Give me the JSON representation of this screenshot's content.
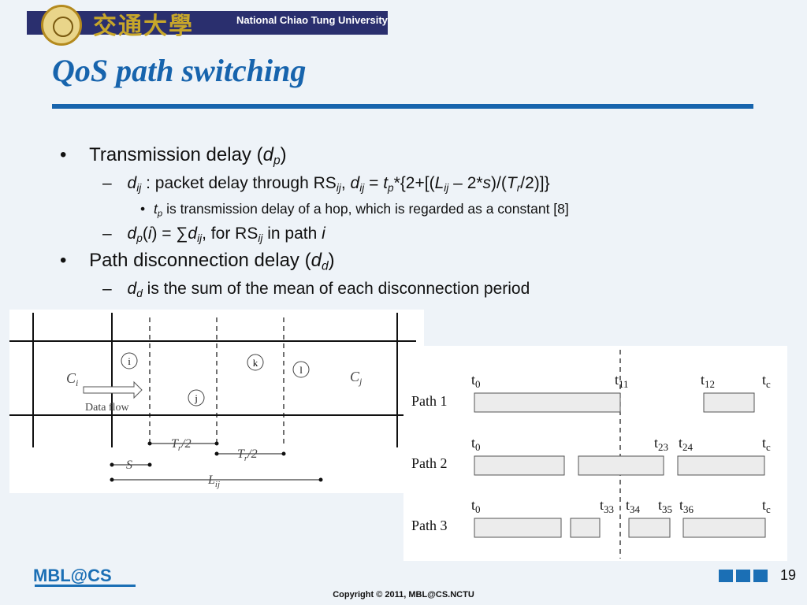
{
  "header": {
    "university_cn": "交通大學",
    "university_en": "National Chiao Tung University"
  },
  "title": "QoS path switching",
  "bullets": {
    "b1": {
      "bullet": "•",
      "text": "Transmission delay (",
      "var": "d",
      "sub": "p",
      "close": ")"
    },
    "b1_1": {
      "dash": "–",
      "var": "d",
      "sub": "ij",
      "text1": " : packet delay through RS",
      "rs_sub": "ij",
      "comma": ", ",
      "var2": "d",
      "sub2": "ij",
      "eq": " = ",
      "var3": "t",
      "sub3": "p",
      "formula1": "*{2+[(",
      "var4": "L",
      "sub4": "ij",
      "formula2": " – 2*",
      "var5": "s",
      "formula3": ")/(",
      "var6": "T",
      "sub6": "r",
      "formula4": "/2)]}"
    },
    "b1_1_1": {
      "bullet": "•",
      "var": "t",
      "sub": "p",
      "text": " is transmission delay of a hop, which is regarded as a constant [8]"
    },
    "b1_2": {
      "dash": "–",
      "var": "d",
      "sub": "p",
      "open": "(",
      "arg": "i",
      "close": ") = ∑",
      "var2": "d",
      "sub2": "ij",
      "text": ", for RS",
      "rs_sub": "ij",
      "text2": " in path ",
      "path_var": "i"
    },
    "b2": {
      "bullet": "•",
      "text": "Path disconnection delay (",
      "var": "d",
      "sub": "d",
      "close": ")"
    },
    "b2_1": {
      "dash": "–",
      "var": "d",
      "sub": "d",
      "text": " is the sum of the mean of each disconnection period"
    }
  },
  "figure_left": {
    "nodes": [
      "i",
      "k",
      "l",
      "j"
    ],
    "ci": "C",
    "ci_sub": "i",
    "cj": "C",
    "cj_sub": "j",
    "data_flow": "Data flow",
    "tr1": "T",
    "tr1_sub": "r",
    "tr1_tail": "/2",
    "tr2": "T",
    "tr2_sub": "r",
    "tr2_tail": "/2",
    "s_label": "S",
    "l_label": "L",
    "l_sub": "ij"
  },
  "figure_right": {
    "paths": [
      {
        "label": "Path 1",
        "times": [
          {
            "t": "t",
            "sub": "0"
          },
          {
            "t": "t",
            "sub": "11"
          },
          {
            "t": "t",
            "sub": "12"
          },
          {
            "t": "t",
            "sub": "c"
          }
        ]
      },
      {
        "label": "Path 2",
        "times": [
          {
            "t": "t",
            "sub": "0"
          },
          {
            "t": "t",
            "sub": "23"
          },
          {
            "t": "t",
            "sub": "24"
          },
          {
            "t": "t",
            "sub": "c"
          }
        ]
      },
      {
        "label": "Path 3",
        "times": [
          {
            "t": "t",
            "sub": "0"
          },
          {
            "t": "t",
            "sub": "33"
          },
          {
            "t": "t",
            "sub": "34"
          },
          {
            "t": "t",
            "sub": "35"
          },
          {
            "t": "t",
            "sub": "36"
          },
          {
            "t": "t",
            "sub": "c"
          }
        ]
      }
    ]
  },
  "footer": {
    "brand": "MBL@CS",
    "page_number": "19",
    "copyright": "Copyright © 2011, MBL@CS.NCTU"
  },
  "colors": {
    "accent": "#1764ad",
    "banner": "#2a2f6e"
  }
}
